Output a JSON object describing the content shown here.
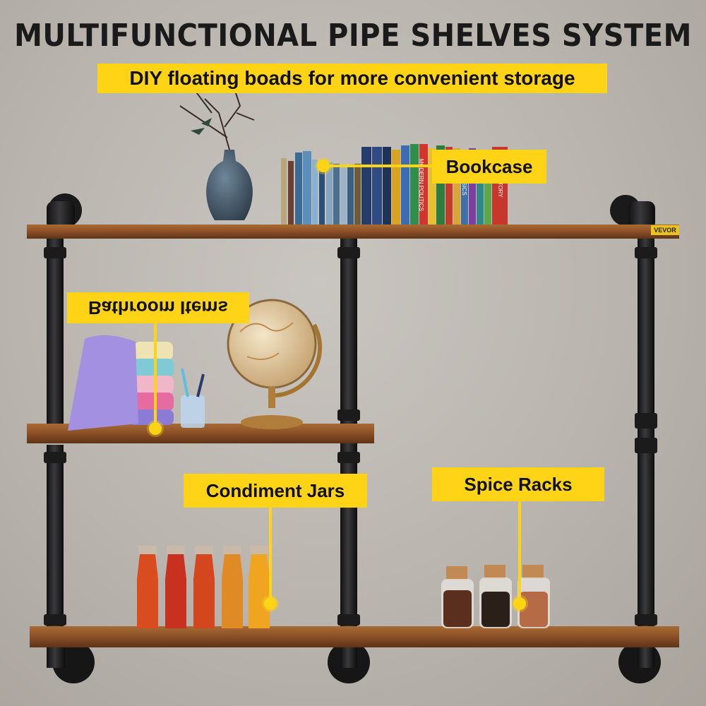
{
  "title": "MULTIFUNCTIONAL PIPE SHELVES SYSTEM",
  "subtitle": "DIY floating boads for more convenient storage",
  "brand": "VEVOR",
  "callouts": {
    "bookcase": "Bookcase",
    "bathroom": "Bathroom Items",
    "condiment": "Condiment Jars",
    "spice": "Spice Racks"
  },
  "book_spine_texts": [
    "MODERN POLITICS",
    "BASICS",
    "HISTORY"
  ],
  "colors": {
    "accent": "#ffd416",
    "wood": "#8a4f26",
    "pipe": "#1f1f20"
  }
}
